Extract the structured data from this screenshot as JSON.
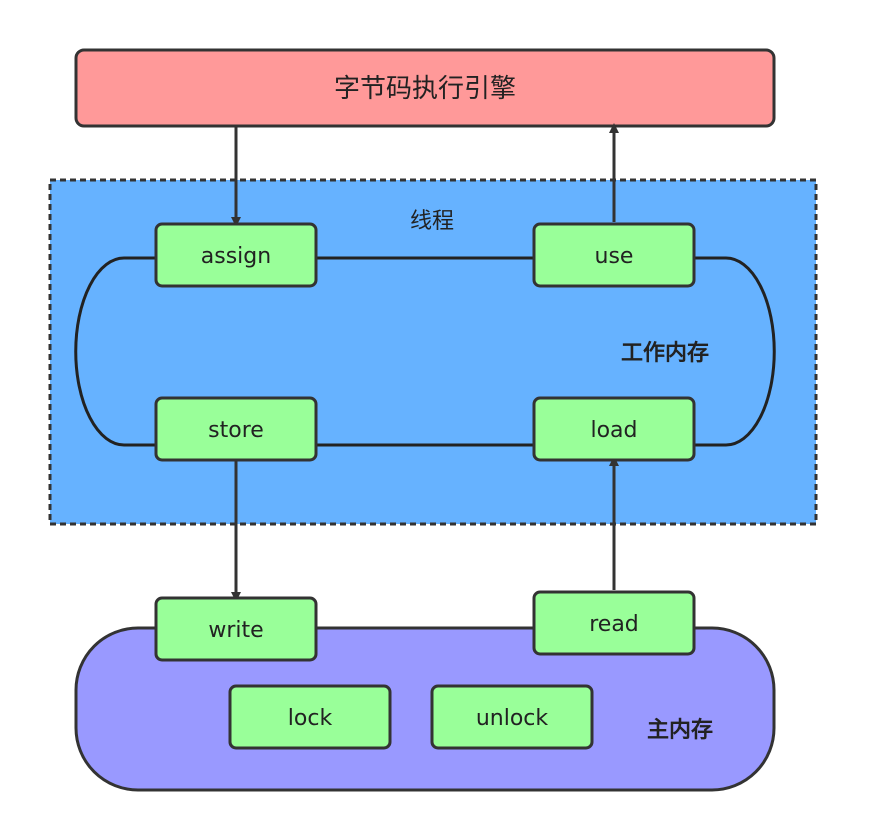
{
  "engine": {
    "label": "字节码执行引擎",
    "color": "#ff9999"
  },
  "thread": {
    "label": "线程",
    "working_memory_label": "工作内存",
    "color": "#66b2ff"
  },
  "main_memory": {
    "label": "主内存",
    "color": "#9999ff"
  },
  "operations": {
    "assign": "assign",
    "use": "use",
    "store": "store",
    "load": "load",
    "write": "write",
    "read": "read",
    "lock": "lock",
    "unlock": "unlock"
  },
  "op_color": "#99ff99"
}
